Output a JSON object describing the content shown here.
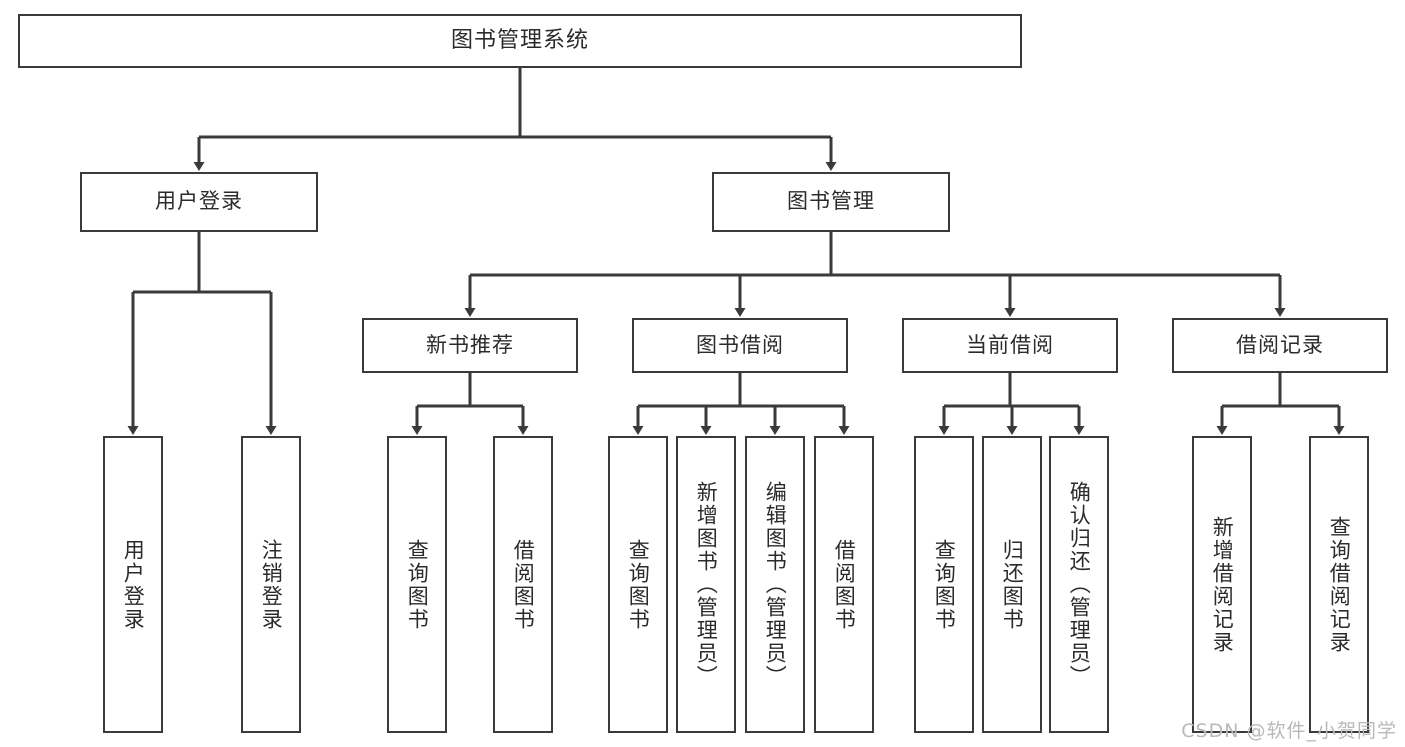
{
  "diagram": {
    "title": "图书管理系统",
    "root": {
      "label": "图书管理系统"
    },
    "level2": [
      {
        "label": "用户登录"
      },
      {
        "label": "图书管理"
      }
    ],
    "level3": [
      {
        "label": "新书推荐"
      },
      {
        "label": "图书借阅"
      },
      {
        "label": "当前借阅"
      },
      {
        "label": "借阅记录"
      }
    ],
    "leaves": {
      "user_login": [
        {
          "label": "用户登录"
        },
        {
          "label": "注销登录"
        }
      ],
      "new_book": [
        {
          "label": "查询图书"
        },
        {
          "label": "借阅图书"
        }
      ],
      "book_borrow": [
        {
          "label": "查询图书"
        },
        {
          "label": "新增图书（管理员）"
        },
        {
          "label": "编辑图书（管理员）"
        },
        {
          "label": "借阅图书"
        }
      ],
      "current_borrow": [
        {
          "label": "查询图书"
        },
        {
          "label": "归还图书"
        },
        {
          "label": "确认归还（管理员）"
        }
      ],
      "borrow_record": [
        {
          "label": "新增借阅记录"
        },
        {
          "label": "查询借阅记录"
        }
      ]
    },
    "watermark": "CSDN @软件_小贺同学",
    "colors": {
      "stroke": "#3a3a3a",
      "text": "#2b2b2b",
      "background": "#ffffff",
      "watermark": "#b9b9b9"
    }
  }
}
